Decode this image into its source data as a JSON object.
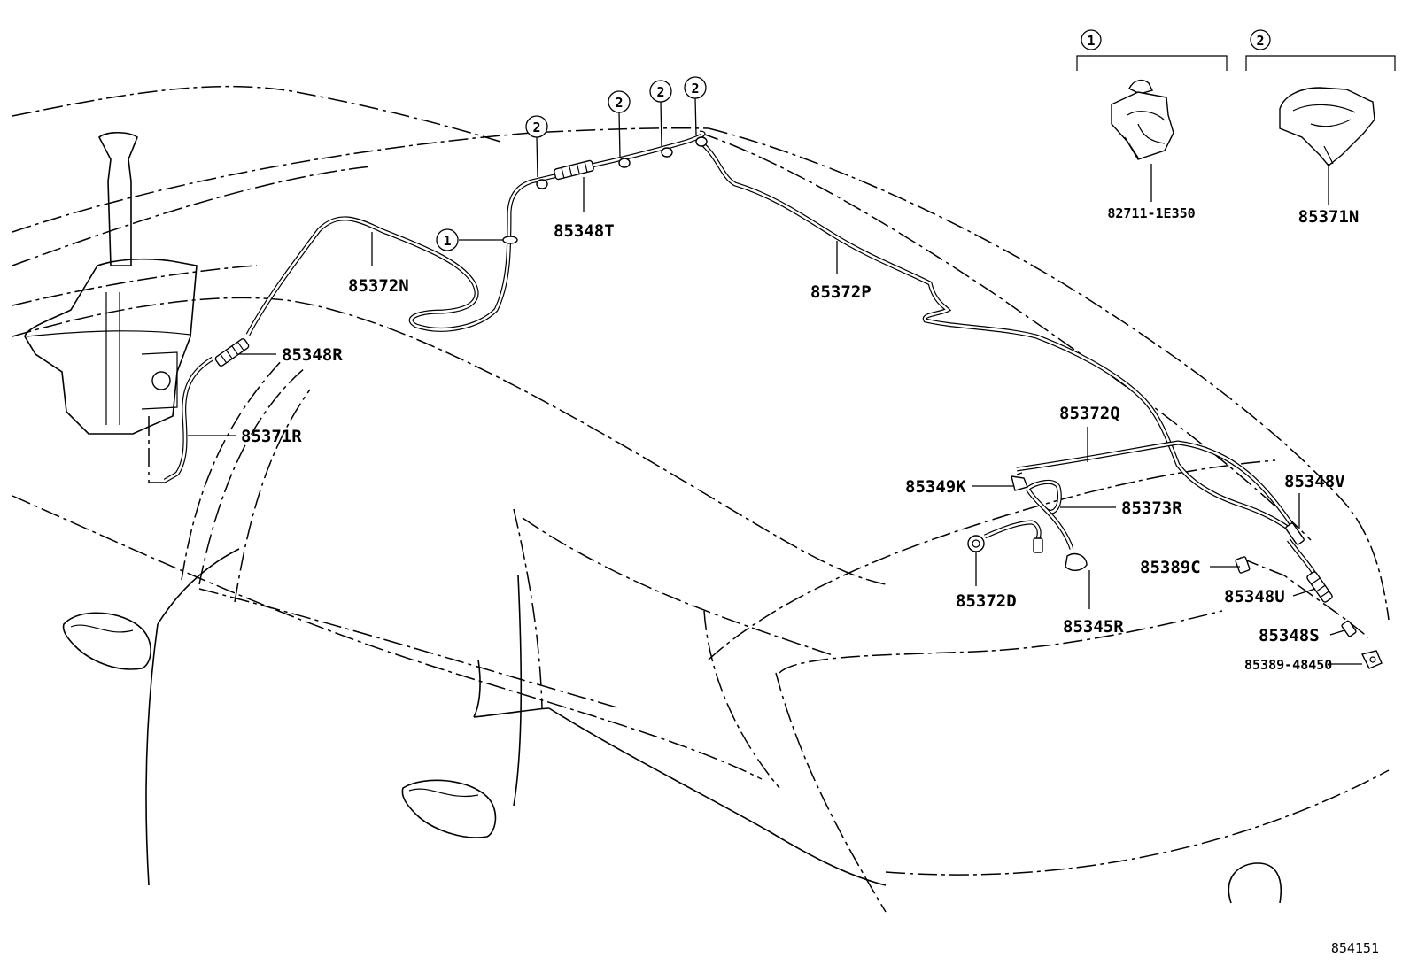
{
  "diagram_code": "854151",
  "clip_legend": [
    {
      "num": "1",
      "part": "82711-1E350"
    },
    {
      "num": "2",
      "part": "85371N"
    }
  ],
  "callout_symbols": {
    "one": "1",
    "two": "2"
  },
  "part_labels": {
    "p85348T": "85348T",
    "p85372N": "85372N",
    "p85372P": "85372P",
    "p85348R": "85348R",
    "p85371R": "85371R",
    "p85372Q": "85372Q",
    "p85349K": "85349K",
    "p85348V": "85348V",
    "p85373R": "85373R",
    "p85389C": "85389C",
    "p85348U": "85348U",
    "p85372D": "85372D",
    "p85345R": "85345R",
    "p85348S": "85348S",
    "p85389_48450": "85389-48450"
  }
}
